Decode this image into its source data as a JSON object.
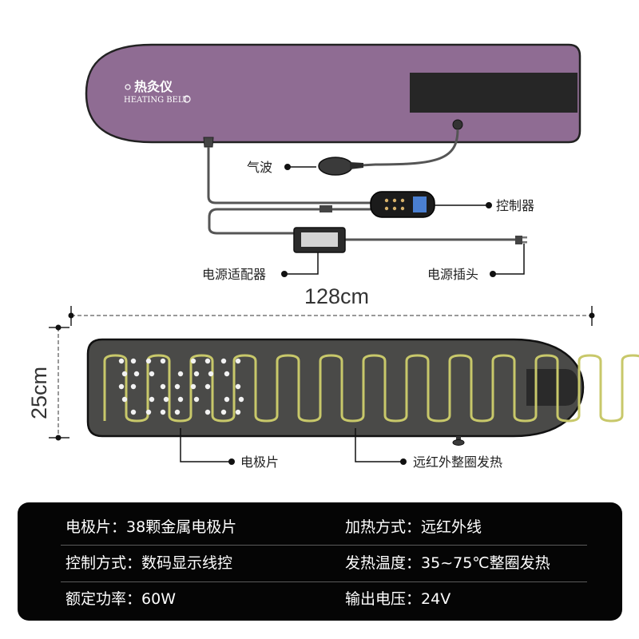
{
  "product": {
    "brand_cn": "热灸仪",
    "brand_en": "HEATING BELT"
  },
  "labels": {
    "air_pump": "气波",
    "controller": "控制器",
    "adapter": "电源适配器",
    "plug": "电源插头",
    "electrode": "电极片",
    "far_infrared": "远红外整圈发热"
  },
  "dimensions": {
    "length": "128cm",
    "width": "25cm"
  },
  "specs": [
    {
      "left": {
        "key": "电极片：",
        "value": "38颗金属电极片"
      },
      "right": {
        "key": "加热方式：",
        "value": "远红外线"
      }
    },
    {
      "left": {
        "key": "控制方式：",
        "value": "数码显示线控"
      },
      "right": {
        "key": "发热温度：",
        "value": "35~75℃整圈发热"
      }
    },
    {
      "left": {
        "key": "额定功率：",
        "value": "60W"
      },
      "right": {
        "key": "输出电压：",
        "value": "24V"
      }
    }
  ],
  "colors": {
    "belt_outer": "#8f6c93",
    "belt_inner": "#4a4a48",
    "heating_wire": "#c8c86a",
    "panel": "#050505"
  }
}
